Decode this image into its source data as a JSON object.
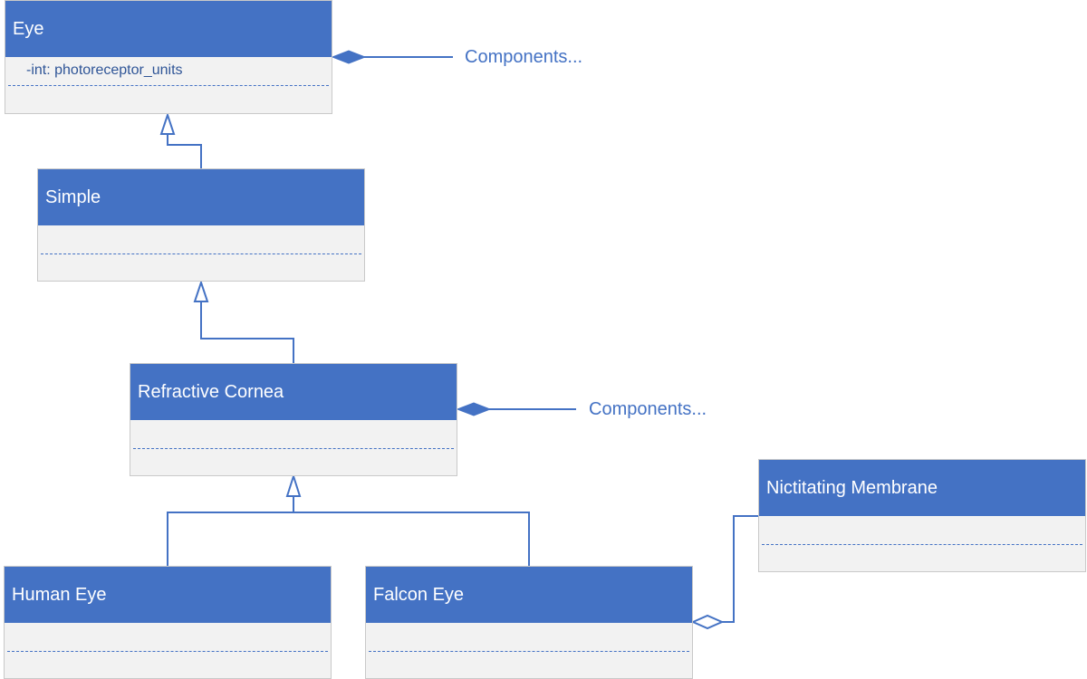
{
  "colors": {
    "header_fill": "#4472c4",
    "body_fill": "#f2f2f2",
    "line": "#4472c4",
    "text": "#4472c4"
  },
  "classes": {
    "eye": {
      "name": "Eye",
      "attribute": "-int: photoreceptor_units"
    },
    "simple": {
      "name": "Simple",
      "attribute": ""
    },
    "refractive_cornea": {
      "name": "Refractive Cornea",
      "attribute": ""
    },
    "human_eye": {
      "name": "Human Eye",
      "attribute": ""
    },
    "falcon_eye": {
      "name": "Falcon Eye",
      "attribute": ""
    },
    "nictitating_membrane": {
      "name": "Nictitating Membrane",
      "attribute": ""
    }
  },
  "notes": {
    "eye_components": "Components...",
    "cornea_components": "Components..."
  }
}
